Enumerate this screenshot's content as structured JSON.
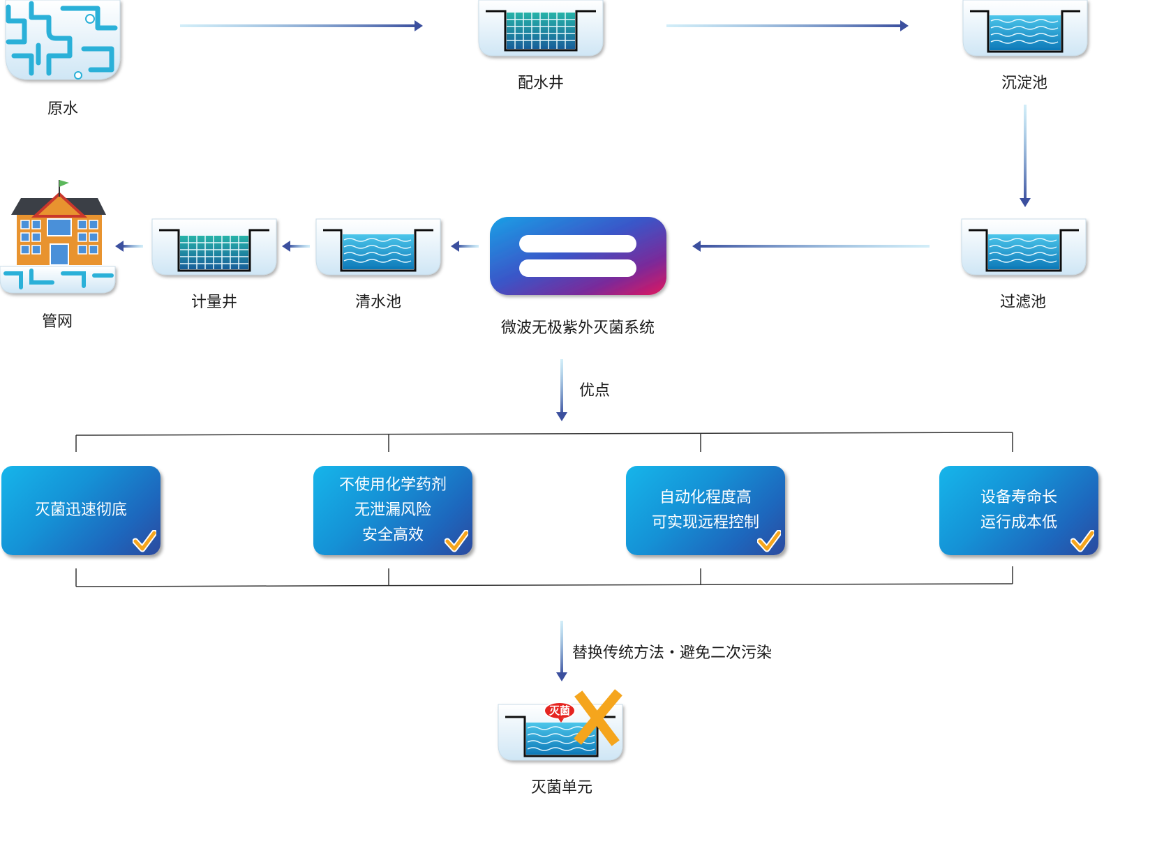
{
  "nodes": {
    "raw_water": "原水",
    "distribution_well": "配水井",
    "sedimentation_tank": "沉淀池",
    "filter_tank": "过滤池",
    "uv_system": "微波无极紫外灭菌系统",
    "clear_water_tank": "清水池",
    "metering_well": "计量井",
    "pipe_network": "管网",
    "sterilization_unit": "灭菌单元"
  },
  "advantages_label": "优点",
  "advantages": [
    {
      "lines": [
        "灭菌迅速彻底"
      ]
    },
    {
      "lines": [
        "不使用化学药剂",
        "无泄漏风险",
        "安全高效"
      ]
    },
    {
      "lines": [
        "自动化程度高",
        "可实现远程控制"
      ]
    },
    {
      "lines": [
        "设备寿命长",
        "运行成本低"
      ]
    }
  ],
  "replace_label": "替换传统方法・避免二次污染",
  "badge_text": "灭菌",
  "colors": {
    "water": "#1fa9d8",
    "tank_bg": "#dcedf8",
    "box_start": "#16b5ea",
    "box_end": "#2c4a9e",
    "check": "#f5a51d",
    "cross": "#f5a51d",
    "uv_start": "#1f8fe0",
    "uv_end": "#e0165e"
  }
}
